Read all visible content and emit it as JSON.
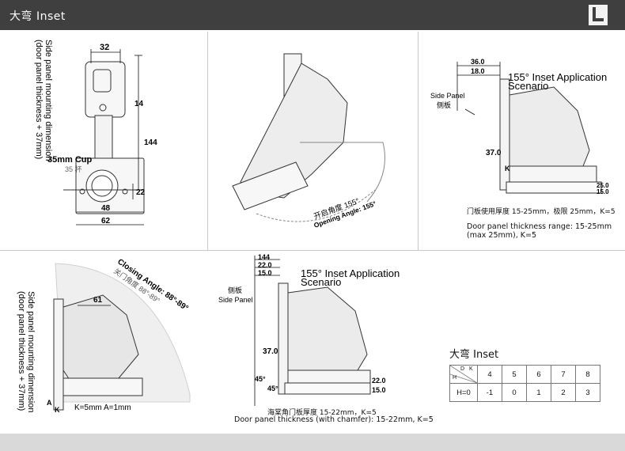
{
  "header": {
    "title": "大弯 Inset"
  },
  "panel1": {
    "vertical_label_1": "Side panel mounting dimension",
    "vertical_label_2": "(door panel thickness + 37mm)",
    "dim_32": "32",
    "dim_14": "14",
    "dim_144": "144",
    "dim_22": "22",
    "dim_48": "48",
    "dim_62": "62",
    "cup_label": "35mm Cup",
    "cup_cn": "35 杯"
  },
  "panel2": {
    "opening_cn": "开启角度 155°",
    "opening_en": "Opening Angle: 155°"
  },
  "panel3": {
    "dim_36": "36.0",
    "dim_18": "18.0",
    "title_1": "155° Inset Application",
    "title_2": "Scenario",
    "side_panel_en": "Side Panel",
    "side_panel_cn": "侧板",
    "dim_37": "37.0",
    "k_label": "K",
    "dim_25": "25.0",
    "dim_15": "15.0",
    "caption_cn": "门板使用厚度 15-25mm，极限 25mm，K=5",
    "caption_en_1": "Door panel thickness range: 15-25mm",
    "caption_en_2": "(max 25mm), K=5"
  },
  "panel4": {
    "vertical_label_1": "Side panel mounting dimension",
    "vertical_label_2": "(door panel thickness + 37mm)",
    "closing_en": "Closing Angle: 88°-89°",
    "closing_cn": "关门角度 88°-89°",
    "dim_61": "61",
    "a_label": "A",
    "k_label": "K",
    "k_a_text": "K=5mm A=1mm"
  },
  "panel5": {
    "dim_144": "144",
    "dim_22": "22.0",
    "dim_15": "15.0",
    "title_1": "155° Inset Application",
    "title_2": "Scenario",
    "side_panel_cn": "侧板",
    "side_panel_en": "Side Panel",
    "dim_37": "37.0",
    "angle_45a": "45°",
    "angle_45b": "45°",
    "dim_22b": "22.0",
    "dim_15b": "15.0",
    "caption_cn": "海棠角门板厚度 15-22mm，K=5",
    "caption_en": "Door panel thickness (with chamfer): 15-22mm, K=5"
  },
  "legend": {
    "title": "大弯 Inset",
    "corner_d": "D",
    "corner_k": "K",
    "corner_h": "H",
    "k_values": [
      "4",
      "5",
      "6",
      "7",
      "8"
    ],
    "row_label": "H=0",
    "h_values": [
      "-1",
      "0",
      "1",
      "2",
      "3"
    ]
  }
}
